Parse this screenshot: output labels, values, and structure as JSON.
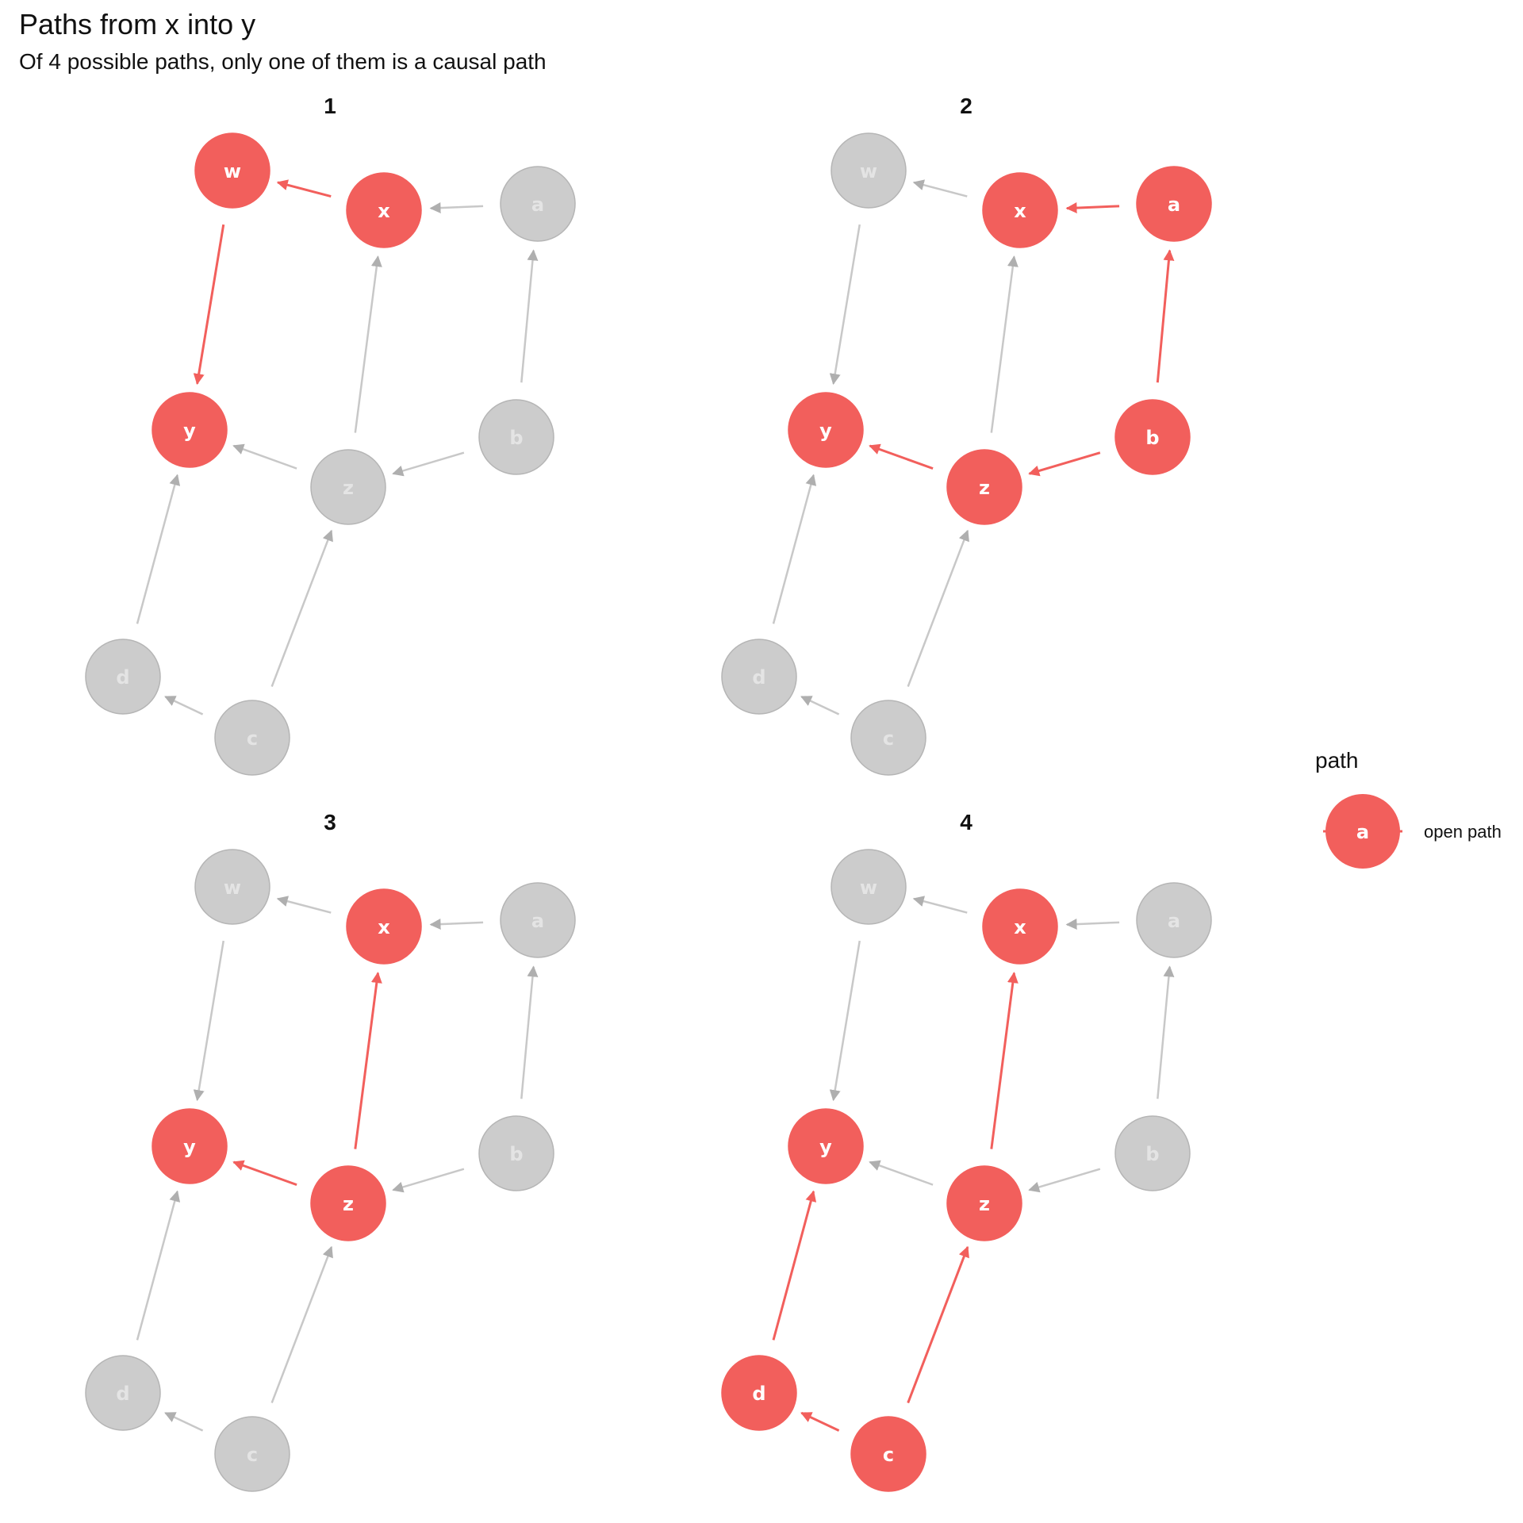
{
  "title": "Paths from x into y",
  "subtitle": "Of 4 possible paths, only one of them is a causal path",
  "colors": {
    "active_node": "#F25F5C",
    "active_edge": "#F25F5C",
    "inactive_node": "#CCCCCC",
    "inactive_node_stroke": "#B5B5B5",
    "inactive_edge": "#C8C8C8",
    "active_text": "#FFFFFF",
    "inactive_text": "#E4E4E4"
  },
  "nodes": [
    "w",
    "x",
    "a",
    "y",
    "z",
    "b",
    "d",
    "c"
  ],
  "edges": [
    {
      "from": "x",
      "to": "w"
    },
    {
      "from": "a",
      "to": "x"
    },
    {
      "from": "w",
      "to": "y"
    },
    {
      "from": "z",
      "to": "x"
    },
    {
      "from": "b",
      "to": "a"
    },
    {
      "from": "z",
      "to": "y"
    },
    {
      "from": "b",
      "to": "z"
    },
    {
      "from": "d",
      "to": "y"
    },
    {
      "from": "c",
      "to": "z"
    },
    {
      "from": "c",
      "to": "d"
    }
  ],
  "panels": [
    {
      "label": "1",
      "active_nodes": [
        "w",
        "x",
        "y"
      ],
      "active_edges": [
        "x-w",
        "w-y"
      ]
    },
    {
      "label": "2",
      "active_nodes": [
        "x",
        "a",
        "b",
        "z",
        "y"
      ],
      "active_edges": [
        "a-x",
        "b-a",
        "b-z",
        "z-y"
      ]
    },
    {
      "label": "3",
      "active_nodes": [
        "x",
        "z",
        "y"
      ],
      "active_edges": [
        "z-x",
        "z-y"
      ]
    },
    {
      "label": "4",
      "active_nodes": [
        "x",
        "z",
        "c",
        "d",
        "y"
      ],
      "active_edges": [
        "z-x",
        "c-z",
        "c-d",
        "d-y"
      ]
    }
  ],
  "legend": {
    "title": "path",
    "symbol_label": "a",
    "entry": "open path"
  }
}
